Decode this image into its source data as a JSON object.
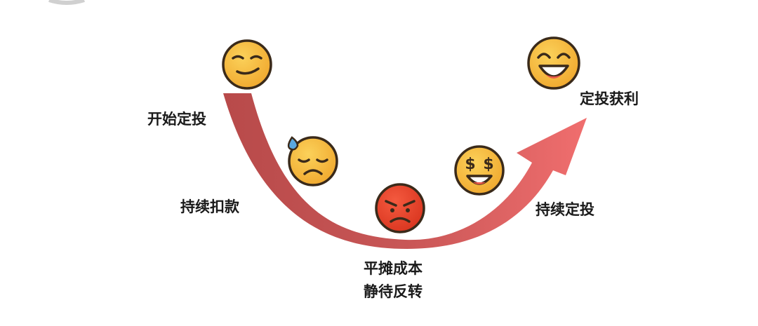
{
  "diagram": {
    "stages": [
      {
        "label": "开始定投",
        "mood": "smirk-face-icon"
      },
      {
        "label": "持续扣款",
        "mood": "sad-sweat-face-icon"
      },
      {
        "label_line1": "平摊成本",
        "label_line2": "静待反转",
        "mood": "angry-face-icon"
      },
      {
        "label": "持续定投",
        "mood": "money-eyes-face-icon"
      },
      {
        "label": "定投获利",
        "mood": "laughing-face-icon"
      }
    ],
    "colors": {
      "curve_start": "#b84a4a",
      "curve_end": "#f06e6e",
      "face_yellow": "#f3b53c",
      "face_red": "#e8402a",
      "outline": "#3a2a1a",
      "text": "#1a1a1a"
    }
  }
}
